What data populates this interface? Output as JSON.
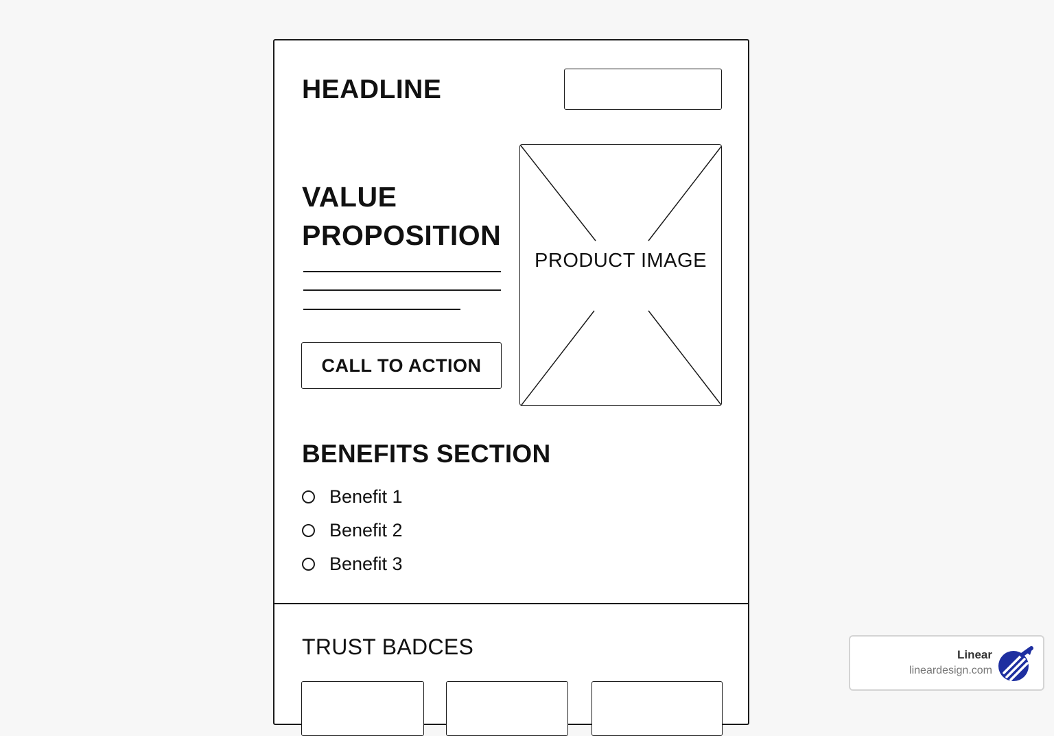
{
  "wireframe": {
    "headline": "HEADLINE",
    "value_proposition": "VALUE PROPOSITION",
    "call_to_action": "CALL TO ACTION",
    "product_image_label": "PRODUCT IMAGE",
    "benefits": {
      "title": "BENEFITS SECTION",
      "items": [
        "Benefit 1",
        "Benefit 2",
        "Benefit 3"
      ]
    },
    "trust_badges": {
      "title": "TRUST BADCES"
    }
  },
  "watermark": {
    "brand": "Linear",
    "site": "lineardesign.com",
    "logo_color": "#1e2fa0"
  }
}
